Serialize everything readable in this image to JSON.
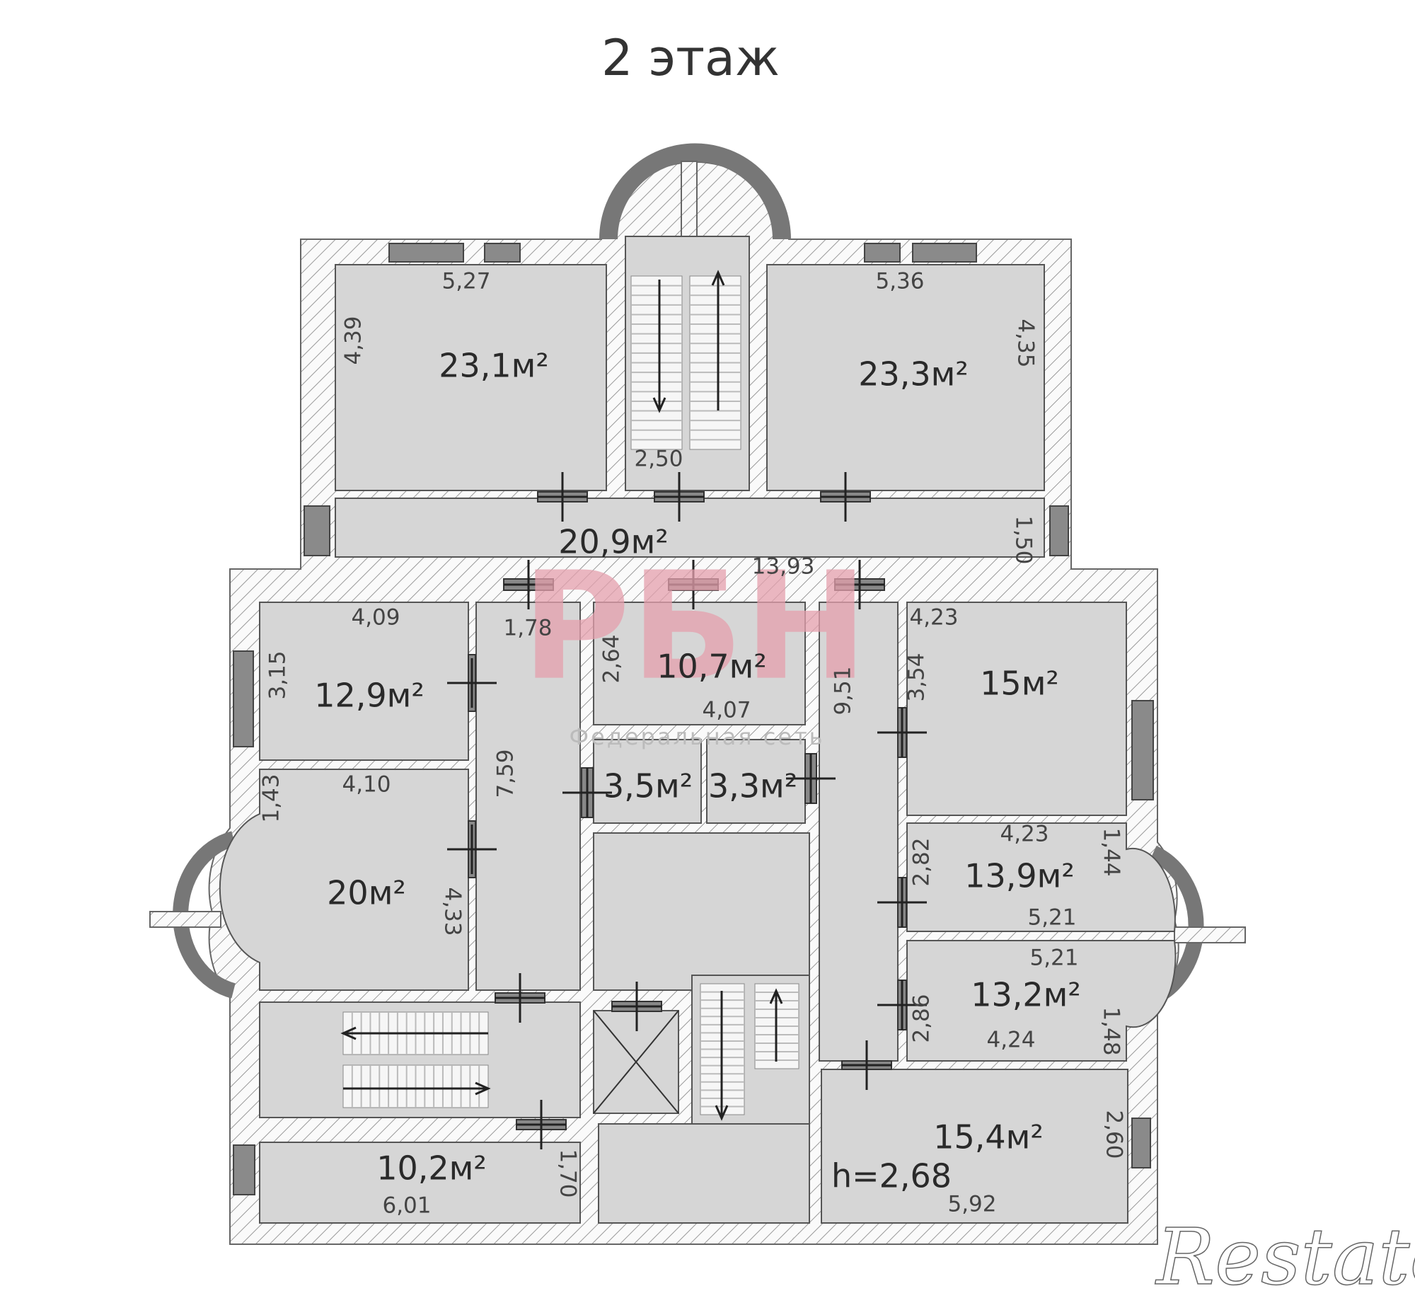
{
  "title": "2 этаж",
  "rooms": {
    "r1": "23,1м²",
    "r2": "23,3м²",
    "corridor": "20,9м²",
    "r129": "12,9м²",
    "r107": "10,7м²",
    "r35": "3,5м²",
    "r33": "3,3м²",
    "r15": "15м²",
    "r20": "20м²",
    "r139": "13,9м²",
    "r132": "13,2м²",
    "r154": "15,4м²",
    "r102": "10,2м²"
  },
  "dims": {
    "d527": "5,27",
    "d439": "4,39",
    "d536": "5,36",
    "d435": "4,35",
    "d250": "2,50",
    "d150": "1,50",
    "d1393": "13,93",
    "d409": "4,09",
    "d178": "1,78",
    "d264": "2,64",
    "d407": "4,07",
    "d951": "9,51",
    "d423a": "4,23",
    "d354": "3,54",
    "d315": "3,15",
    "d410": "4,10",
    "d143": "1,43",
    "d759": "7,59",
    "d433": "4,33",
    "d423b": "4,23",
    "d144": "1,44",
    "d282": "2,82",
    "d521a": "5,21",
    "d521b": "5,21",
    "d286": "2,86",
    "d424": "4,24",
    "d148": "1,48",
    "d260": "2,60",
    "d592": "5,92",
    "d601": "6,01",
    "d170": "1,70"
  },
  "ceiling_height": "h=2,68",
  "watermark": {
    "brand": "РБН",
    "subtitle": "Федеральная сеть",
    "color": "#e5a0ad"
  },
  "logo": "Restate"
}
